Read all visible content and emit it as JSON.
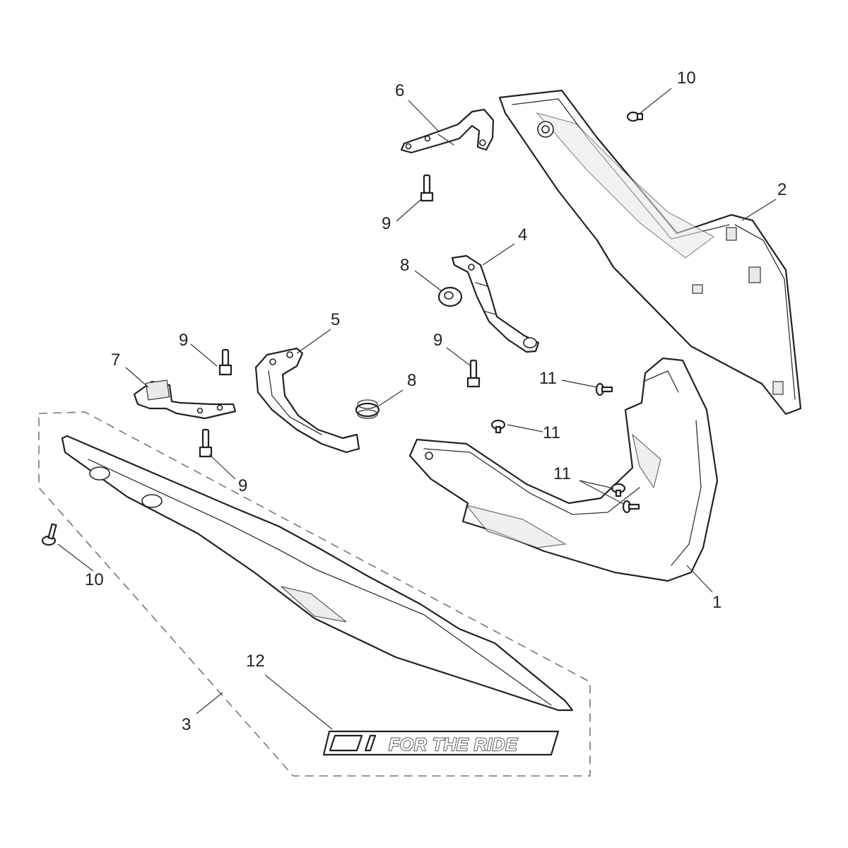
{
  "callouts": {
    "c1": "1",
    "c2": "2",
    "c3": "3",
    "c4": "4",
    "c5": "5",
    "c6": "6",
    "c7": "7",
    "c8a": "8",
    "c8b": "8",
    "c9a": "9",
    "c9b": "9",
    "c9c": "9",
    "c9d": "9",
    "c10a": "10",
    "c10b": "10",
    "c11a": "11",
    "c11b": "11",
    "c11c": "11",
    "c12": "12"
  },
  "decal": {
    "text": "FOR THE RIDE"
  },
  "colors": {
    "line": "#222222",
    "dashed_outline": "#777777",
    "background": "#ffffff"
  }
}
